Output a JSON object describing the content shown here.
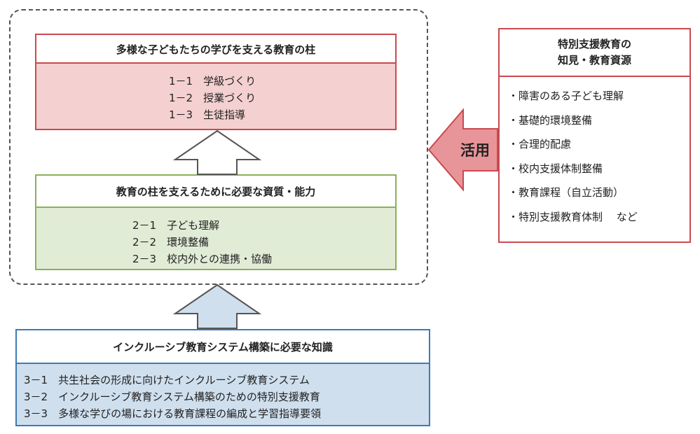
{
  "pillar_box": {
    "title": "多様な子どもたちの学びを支える教育の柱",
    "items": [
      "1－1　学級づくり",
      "1－2　授業づくり",
      "1－3　生徒指導"
    ]
  },
  "competency_box": {
    "title": "教育の柱を支えるために必要な資質・能力",
    "items": [
      "2－1　子ども理解",
      "2－2　環境整備",
      "2－3　校内外との連携・協働"
    ]
  },
  "knowledge_box": {
    "title": "インクルーシブ教育システム構築に必要な知識",
    "items": [
      "3－1　共生社会の形成に向けたインクルーシブ教育システム",
      "3－2　インクルーシブ教育システム構築のための特別支援教育",
      "3－3　多様な学びの場における教育課程の編成と学習指導要領"
    ]
  },
  "resource_box": {
    "title_line1": "特別支援教育の",
    "title_line2": "知見・教育資源",
    "items": [
      "・障害のある子ども理解",
      "・基礎的環境整備",
      "・合理的配慮",
      "・校内支援体制整備",
      "・教育課程（自立活動）",
      "・特別支援教育体制　 など"
    ]
  },
  "apply_arrow": {
    "label": "活用"
  },
  "colors": {
    "red_border": "#c84a4f",
    "red_fill": "#f5d0d0",
    "green_border": "#8ab05a",
    "green_fill": "#e1ecd6",
    "blue_border": "#3d7ab5",
    "blue_fill": "#cfdfee",
    "arrow_red": "#e8959a"
  }
}
